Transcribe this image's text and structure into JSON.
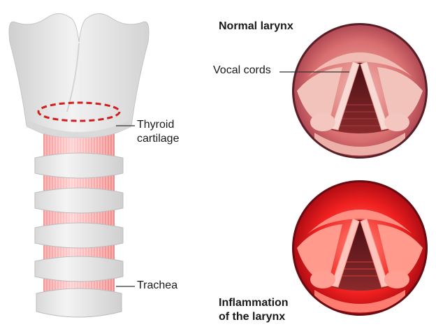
{
  "labels": {
    "thyroid_line1": "Thyroid",
    "thyroid_line2": "cartilage",
    "trachea": "Trachea",
    "vocal_cords": "Vocal cords"
  },
  "titles": {
    "normal": "Normal larynx",
    "inflamed_line1": "Inflammation",
    "inflamed_line2": "of the larynx"
  },
  "colors": {
    "cartilage": "#e6e6e6",
    "ring_tissue": "#f7a8a8",
    "normal_mucosa": "#e79a9a",
    "inflamed_mucosa": "#ff3030",
    "dashed_marker": "#d21e1e"
  }
}
